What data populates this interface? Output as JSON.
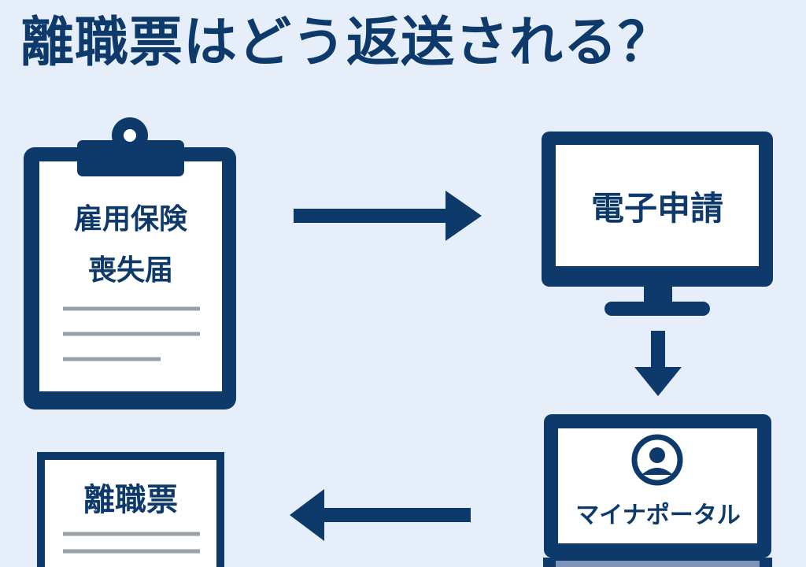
{
  "title": "離職票はどう返送される？",
  "form": {
    "line1": "雇用保険",
    "line2": "喪失届"
  },
  "monitor": {
    "label": "電子申請"
  },
  "laptop": {
    "label": "マイナポータル"
  },
  "result_doc": {
    "label": "離職票"
  },
  "colors": {
    "primary": "#0d3a6b",
    "background": "#e6eff9",
    "paper": "#ffffff",
    "lines": "#9aa0a8"
  },
  "icons": {
    "form": "clipboard-icon",
    "monitor": "desktop-monitor-icon",
    "laptop": "laptop-icon",
    "user": "user-avatar-icon",
    "document": "document-icon"
  }
}
